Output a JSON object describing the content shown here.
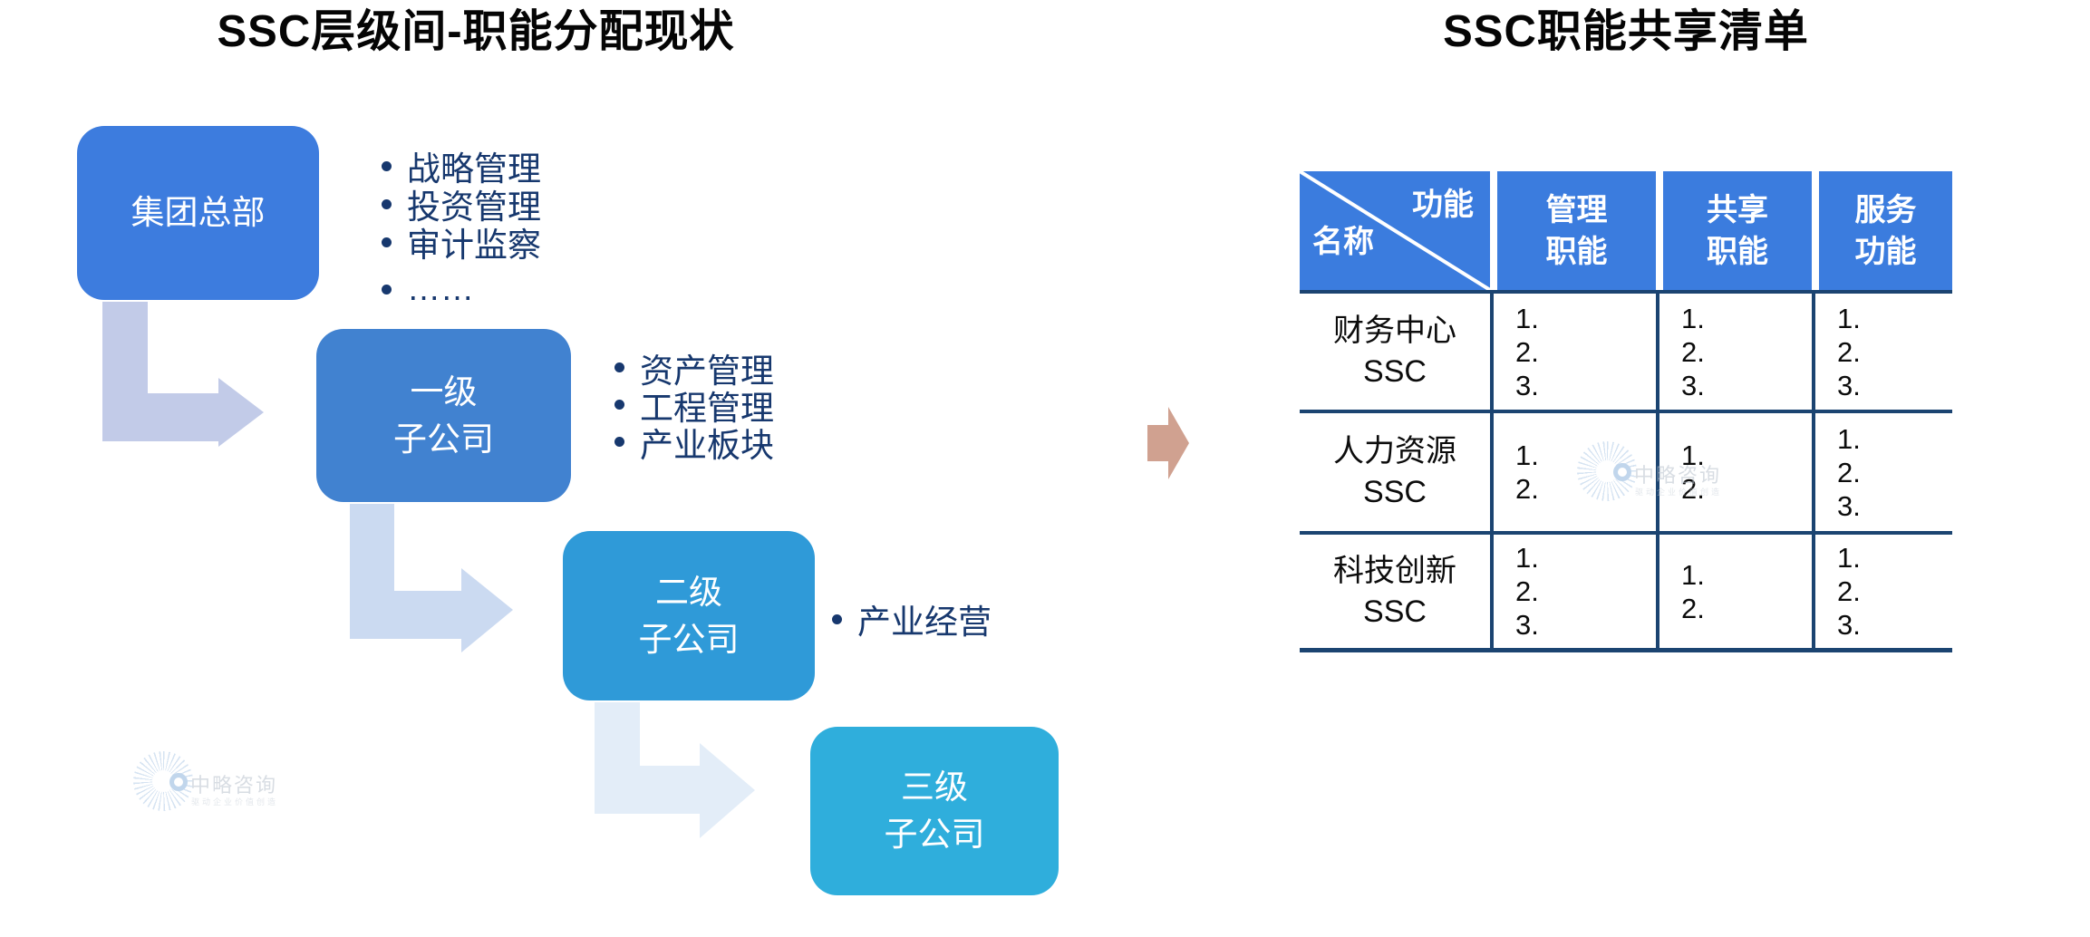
{
  "org_chart": {
    "title": "SSC层级间-职能分配现状",
    "nodes": [
      {
        "label_lines": [
          "集团总部"
        ],
        "color": "#3d7cde",
        "functions": [
          "战略管理",
          "投资管理",
          "审计监察",
          "……"
        ]
      },
      {
        "label_lines": [
          "一级",
          "子公司"
        ],
        "color": "#4182d0",
        "functions": [
          "资产管理",
          "工程管理",
          "产业板块"
        ]
      },
      {
        "label_lines": [
          "二级",
          "子公司"
        ],
        "color": "#2f9ad8",
        "functions": [
          "产业经营"
        ]
      },
      {
        "label_lines": [
          "三级",
          "子公司"
        ],
        "color": "#2faedc",
        "functions": []
      }
    ],
    "connector_colors": [
      "#c2cbe8",
      "#cbdaf1",
      "#e3edf8"
    ],
    "bullet_text_color": "#17386e"
  },
  "transition_arrow": {
    "color": "#d0a190"
  },
  "sharing_table": {
    "title": "SSC职能共享清单",
    "header": {
      "corner": {
        "top_right": "功能",
        "bottom_left": "名称"
      },
      "columns": [
        [
          "管理",
          "职能"
        ],
        [
          "共享",
          "职能"
        ],
        [
          "服务",
          "功能"
        ]
      ],
      "bg": "#3b7cde"
    },
    "border_color": "#1b4471",
    "rows": [
      {
        "name_lines": [
          "财务中心",
          "SSC"
        ],
        "cells": [
          [
            "1.",
            "2.",
            "3."
          ],
          [
            "1.",
            "2.",
            "3."
          ],
          [
            "1.",
            "2.",
            "3."
          ]
        ]
      },
      {
        "name_lines": [
          "人力资源",
          "SSC"
        ],
        "cells": [
          [
            "1.",
            "2."
          ],
          [
            "1.",
            "2."
          ],
          [
            "1.",
            "2.",
            "3."
          ]
        ]
      },
      {
        "name_lines": [
          "科技创新",
          "SSC"
        ],
        "cells": [
          [
            "1.",
            "2.",
            "3."
          ],
          [
            "1.",
            "2."
          ],
          [
            "1.",
            "2.",
            "3."
          ]
        ]
      }
    ]
  },
  "watermark": {
    "brand": "中略咨询",
    "slogan": "驱动企业价值创造"
  }
}
